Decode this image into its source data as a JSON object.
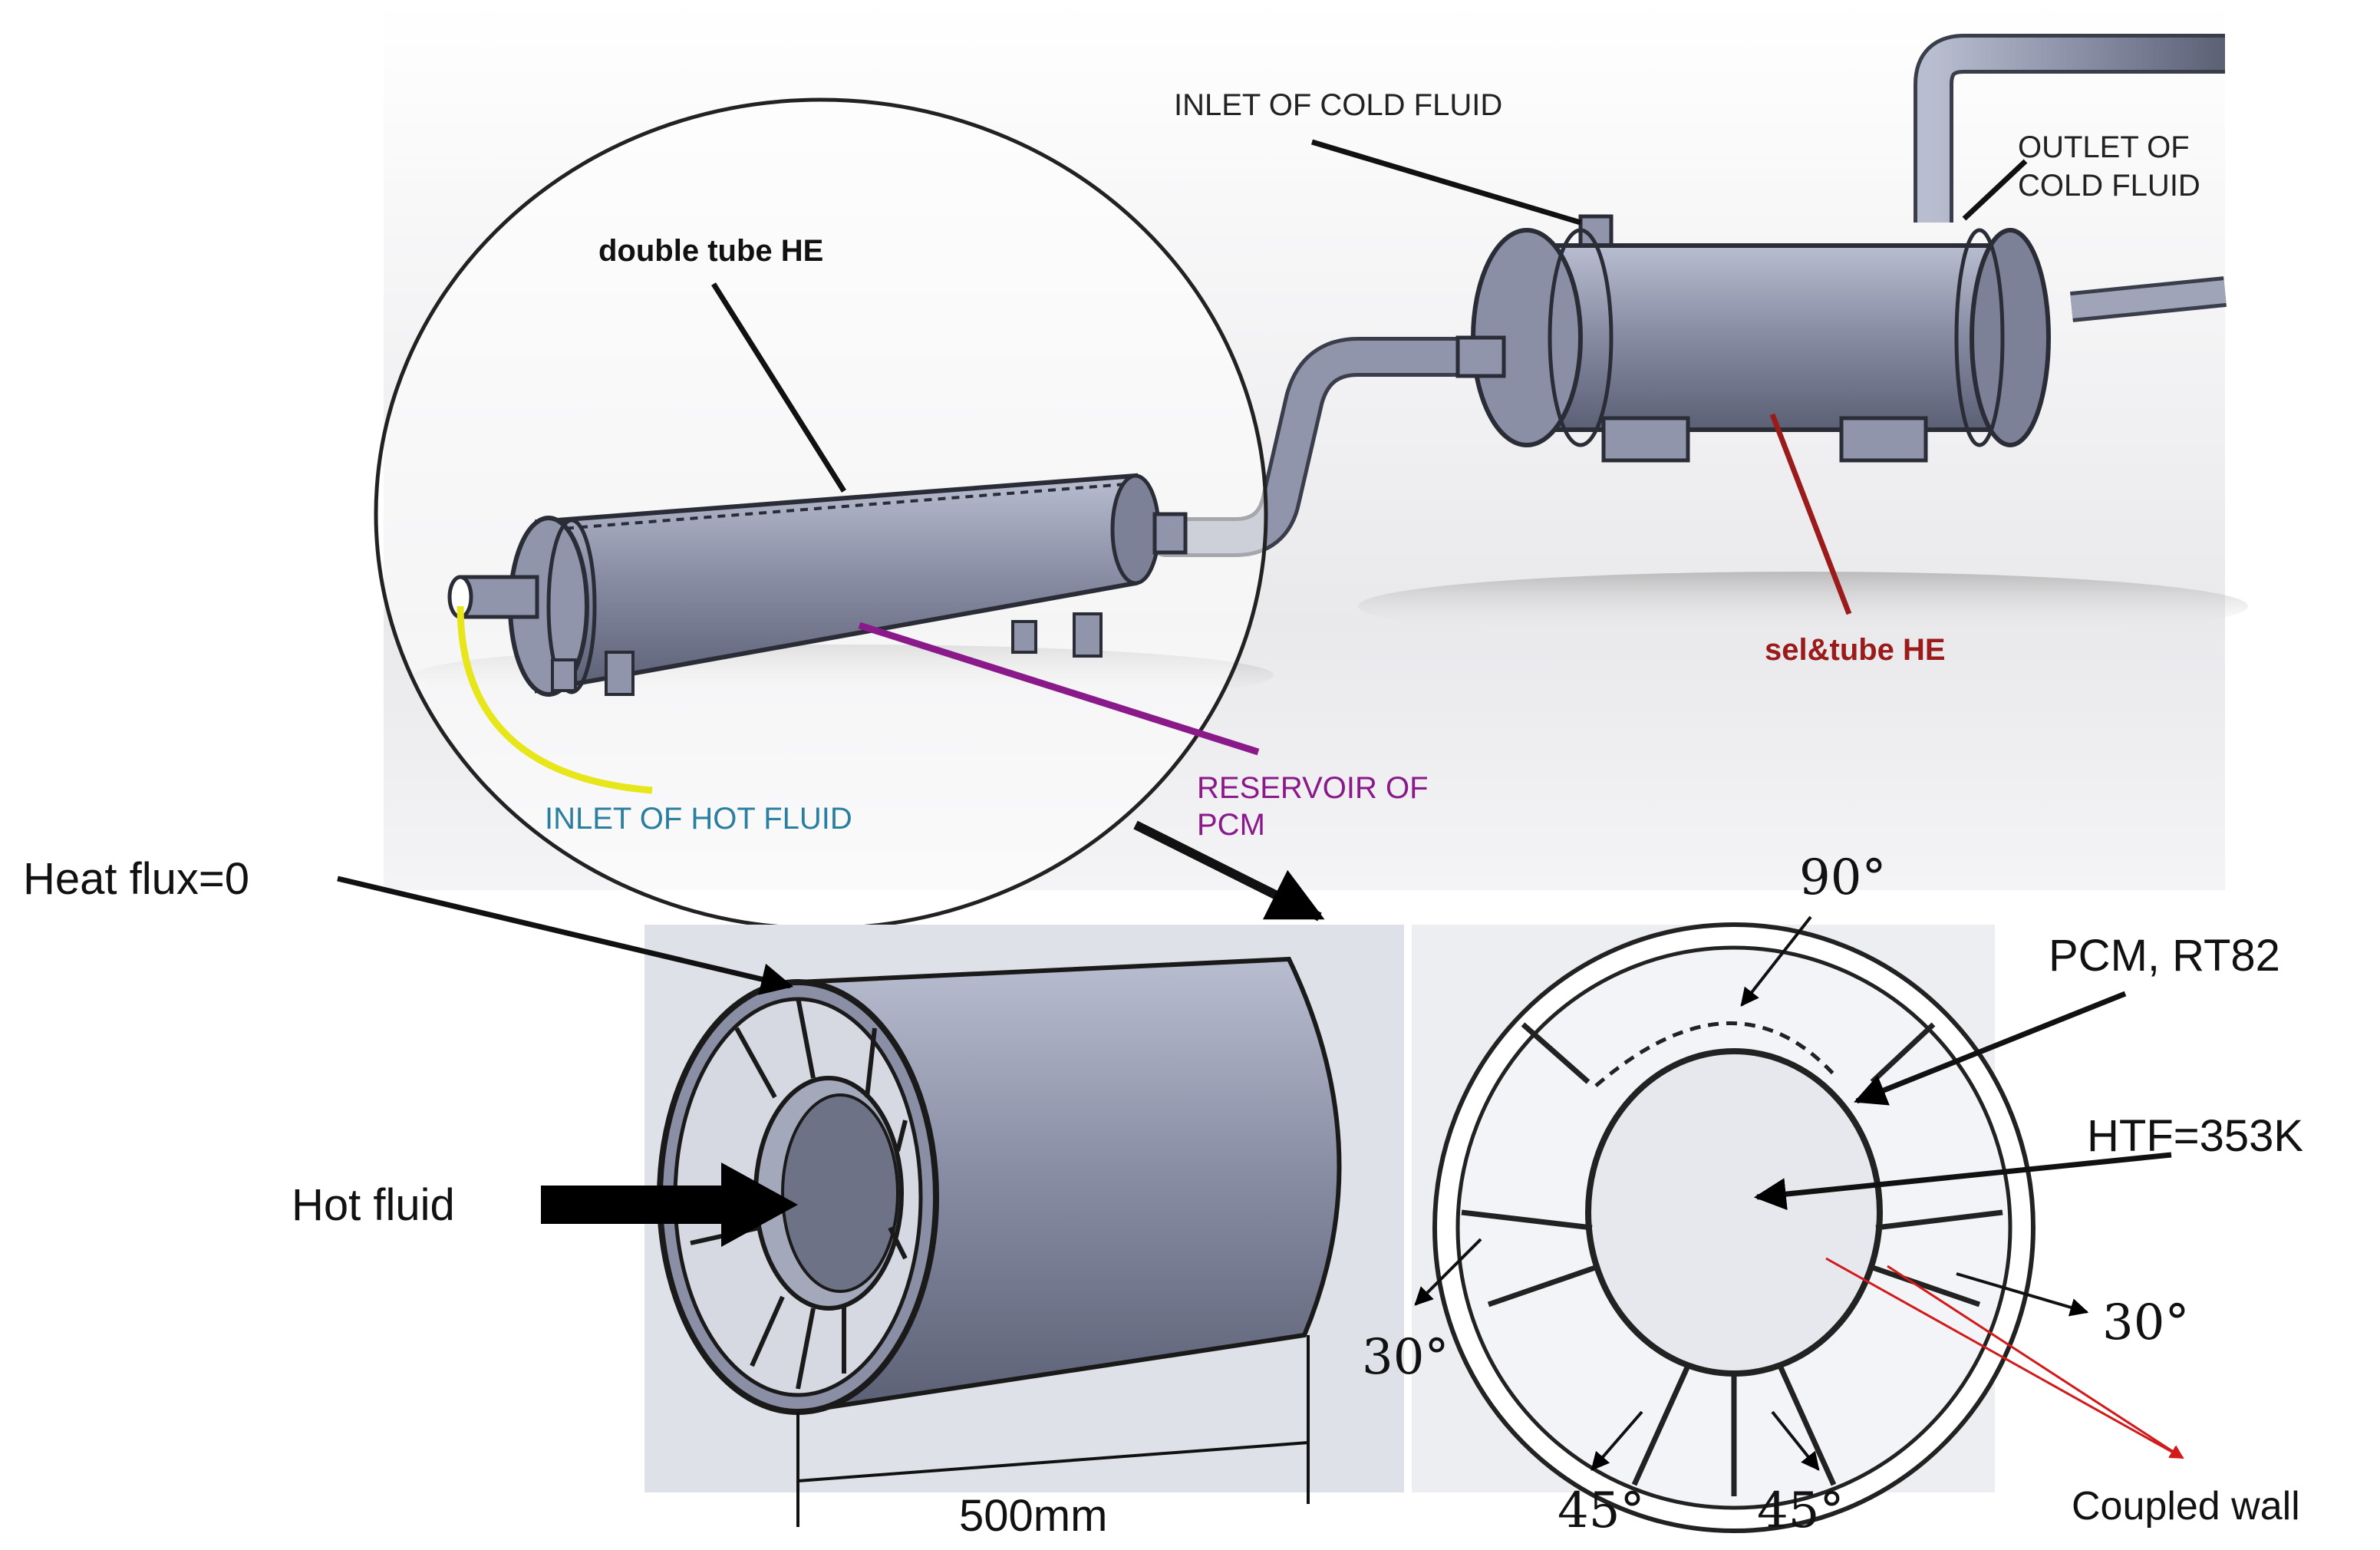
{
  "labels": {
    "inlet_cold": "INLET OF COLD FLUID",
    "outlet_cold_1": "OUTLET OF",
    "outlet_cold_2": "COLD FLUID",
    "double_tube": "double tube HE",
    "shell_tube": "sel&tube HE",
    "inlet_hot": "INLET OF HOT FLUID",
    "reservoir_1": "RESERVOIR OF",
    "reservoir_2": "PCM",
    "heat_flux": "Heat flux=0",
    "hot_fluid": "Hot fluid",
    "length": "500mm",
    "angle_top": "90°",
    "pcm": "PCM, RT82",
    "htf": "HTF=353K",
    "angle_left": "30°",
    "angle_right": "30°",
    "angle_bottom_left": "45°",
    "angle_bottom_right": "45°",
    "coupled_wall": "Coupled wall"
  },
  "colors": {
    "metal": "#8a8fa6",
    "metal_dark": "#5b6075",
    "metal_light": "#b9bdd0",
    "panel_bg": "#dfe1e8",
    "inlet_hot_leader": "#e6e61a",
    "inlet_hot_text": "#2a7fa0",
    "reservoir_leader": "#8a1a8a",
    "shell_leader": "#9b1a1a",
    "coupled_leader": "#d11a1a"
  }
}
